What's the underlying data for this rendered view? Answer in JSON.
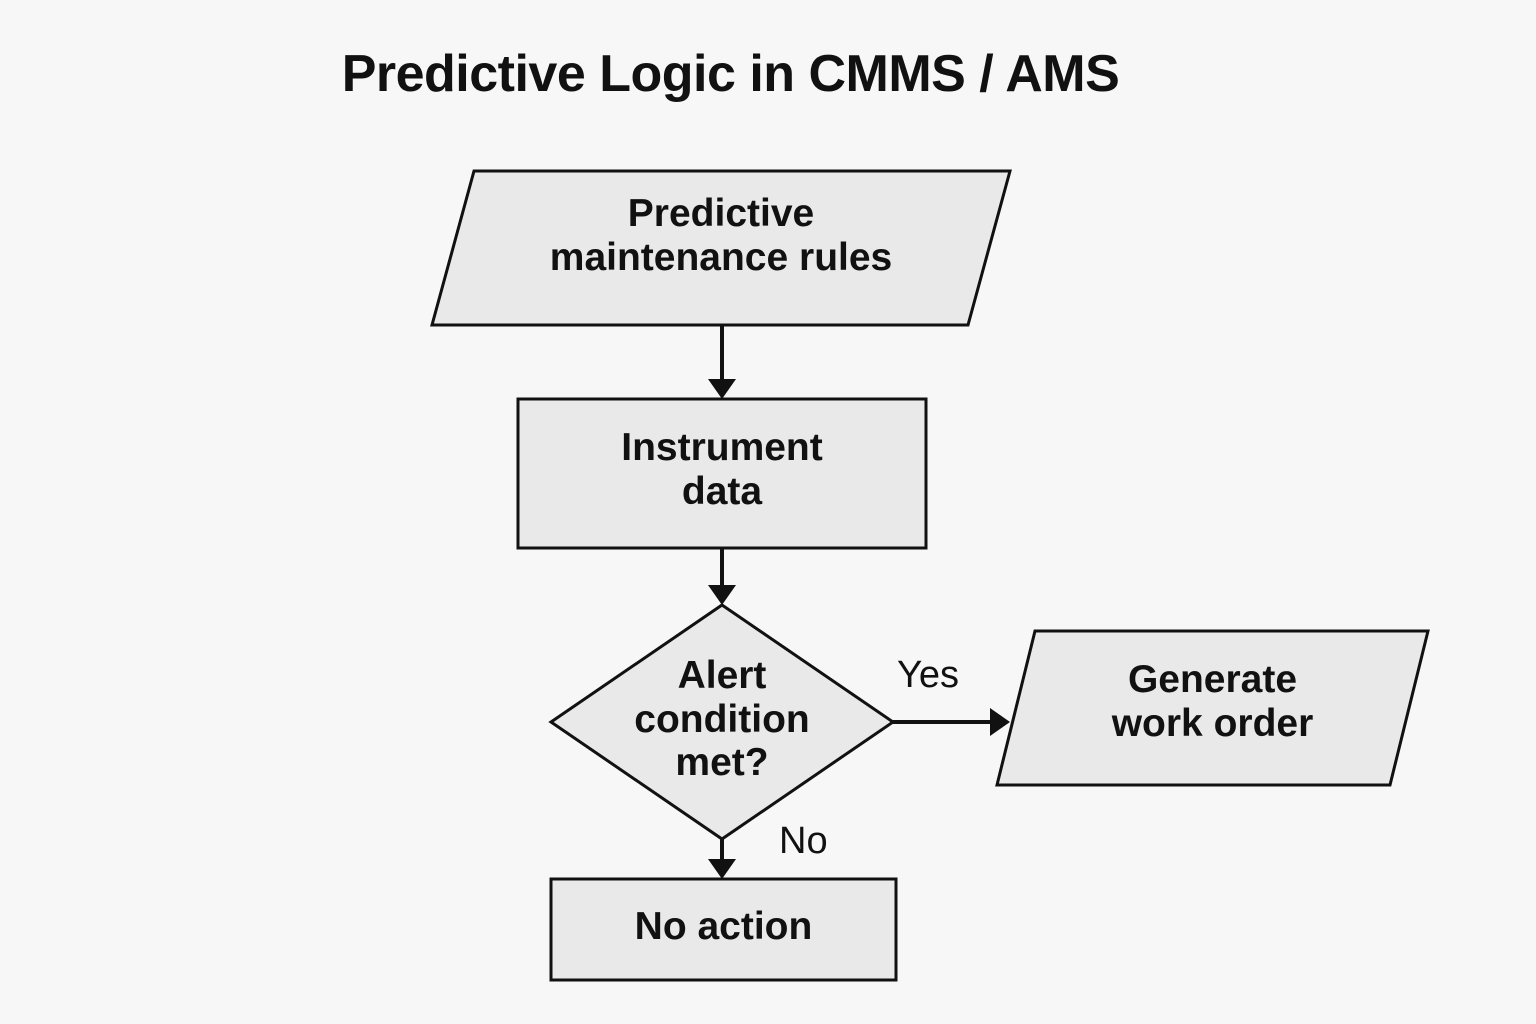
{
  "title": "Predictive Logic in CMMS / AMS",
  "background_color": "#f7f7f7",
  "shape_fill_color": "#e9e9e9",
  "shape_stroke_color": "#111111",
  "text_color": "#111111",
  "diagram": {
    "type": "flowchart",
    "nodes": [
      {
        "id": "rules",
        "shape": "parallelogram",
        "label": "Predictive\nmaintenance rules"
      },
      {
        "id": "instrument-data",
        "shape": "rectangle",
        "label": "Instrument\ndata"
      },
      {
        "id": "alert-condition",
        "shape": "diamond",
        "label": "Alert\ncondition\nmet?"
      },
      {
        "id": "generate-work-order",
        "shape": "parallelogram",
        "label": "Generate\nwork order"
      },
      {
        "id": "no-action",
        "shape": "rectangle",
        "label": "No action"
      }
    ],
    "edges": [
      {
        "from": "rules",
        "to": "instrument-data",
        "label": ""
      },
      {
        "from": "instrument-data",
        "to": "alert-condition",
        "label": ""
      },
      {
        "from": "alert-condition",
        "to": "generate-work-order",
        "label": "Yes"
      },
      {
        "from": "alert-condition",
        "to": "no-action",
        "label": "No"
      }
    ]
  }
}
